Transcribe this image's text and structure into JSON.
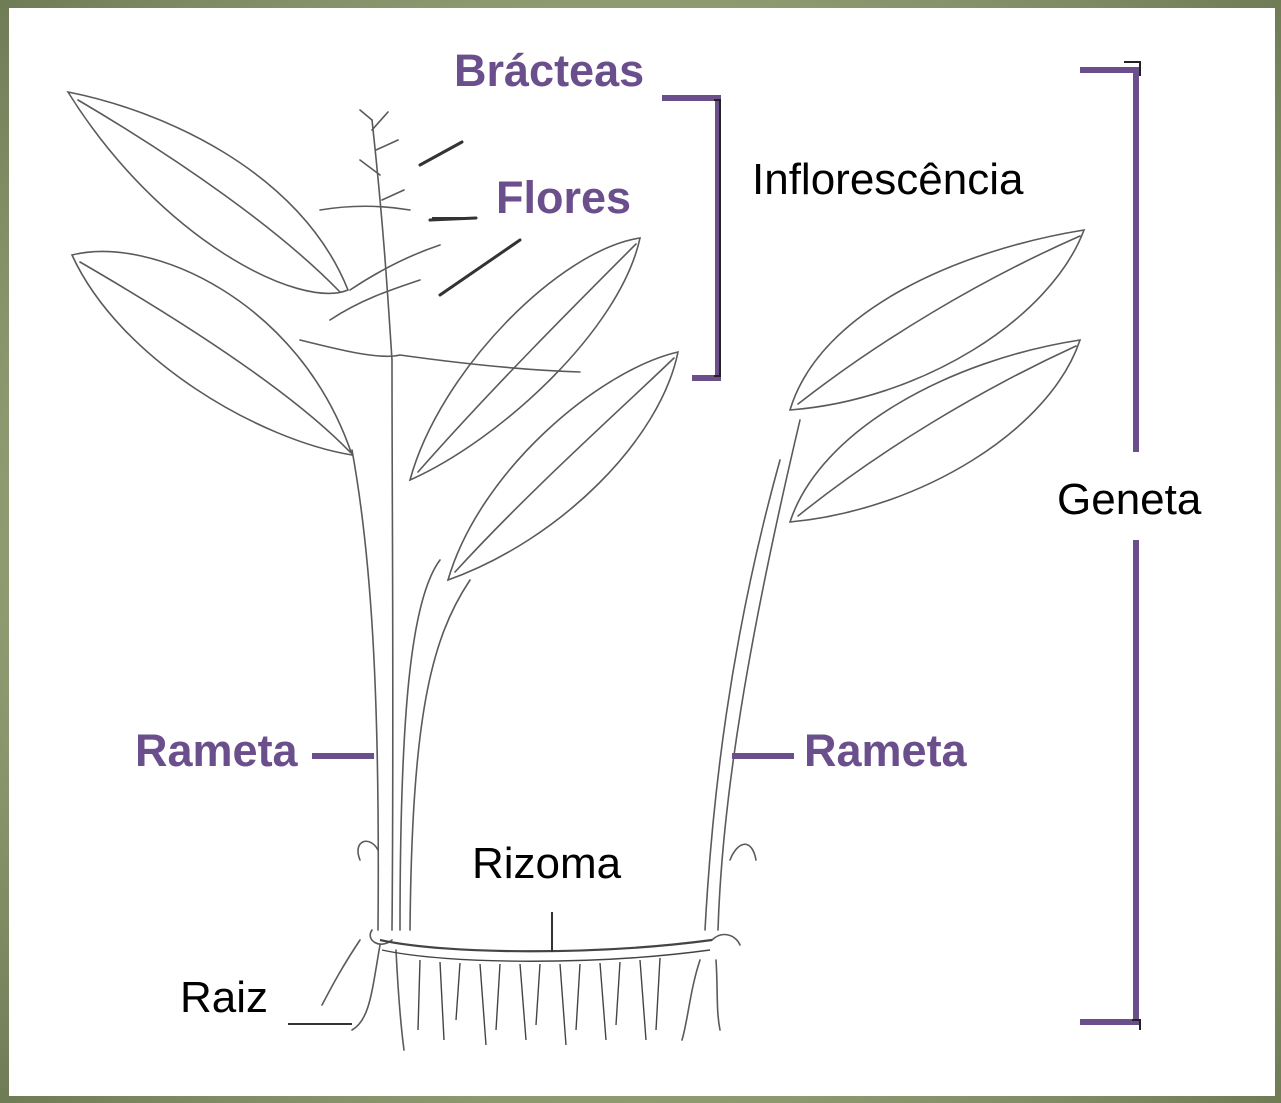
{
  "labels": {
    "bracteas": "Brácteas",
    "flores": "Flores",
    "inflorescencia": "Inflorescência",
    "geneta": "Geneta",
    "rameta_left": "Rameta",
    "rameta_right": "Rameta",
    "rizoma": "Rizoma",
    "raiz": "Raiz"
  },
  "colors": {
    "frame": "#8e9a70",
    "accent_purple": "#6b4f8c",
    "bracket_dark": "#222222",
    "drawing_line": "#555555"
  }
}
